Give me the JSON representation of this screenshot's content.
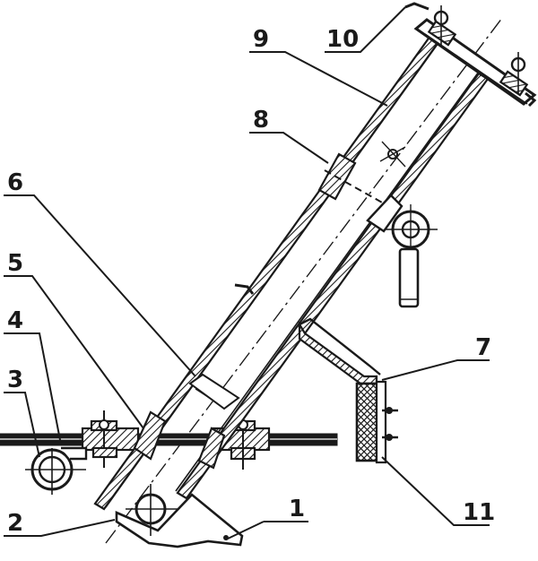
{
  "diagram": {
    "type": "technical-section-drawing",
    "callouts": [
      {
        "id": "c1",
        "label": "1"
      },
      {
        "id": "c2",
        "label": "2"
      },
      {
        "id": "c3",
        "label": "3"
      },
      {
        "id": "c4",
        "label": "4"
      },
      {
        "id": "c5",
        "label": "5"
      },
      {
        "id": "c6",
        "label": "6"
      },
      {
        "id": "c7",
        "label": "7"
      },
      {
        "id": "c8",
        "label": "8"
      },
      {
        "id": "c9",
        "label": "9"
      },
      {
        "id": "c10",
        "label": "10"
      },
      {
        "id": "c11",
        "label": "11"
      }
    ],
    "colors": {
      "ink": "#1a1a1a",
      "paper": "#ffffff"
    }
  }
}
